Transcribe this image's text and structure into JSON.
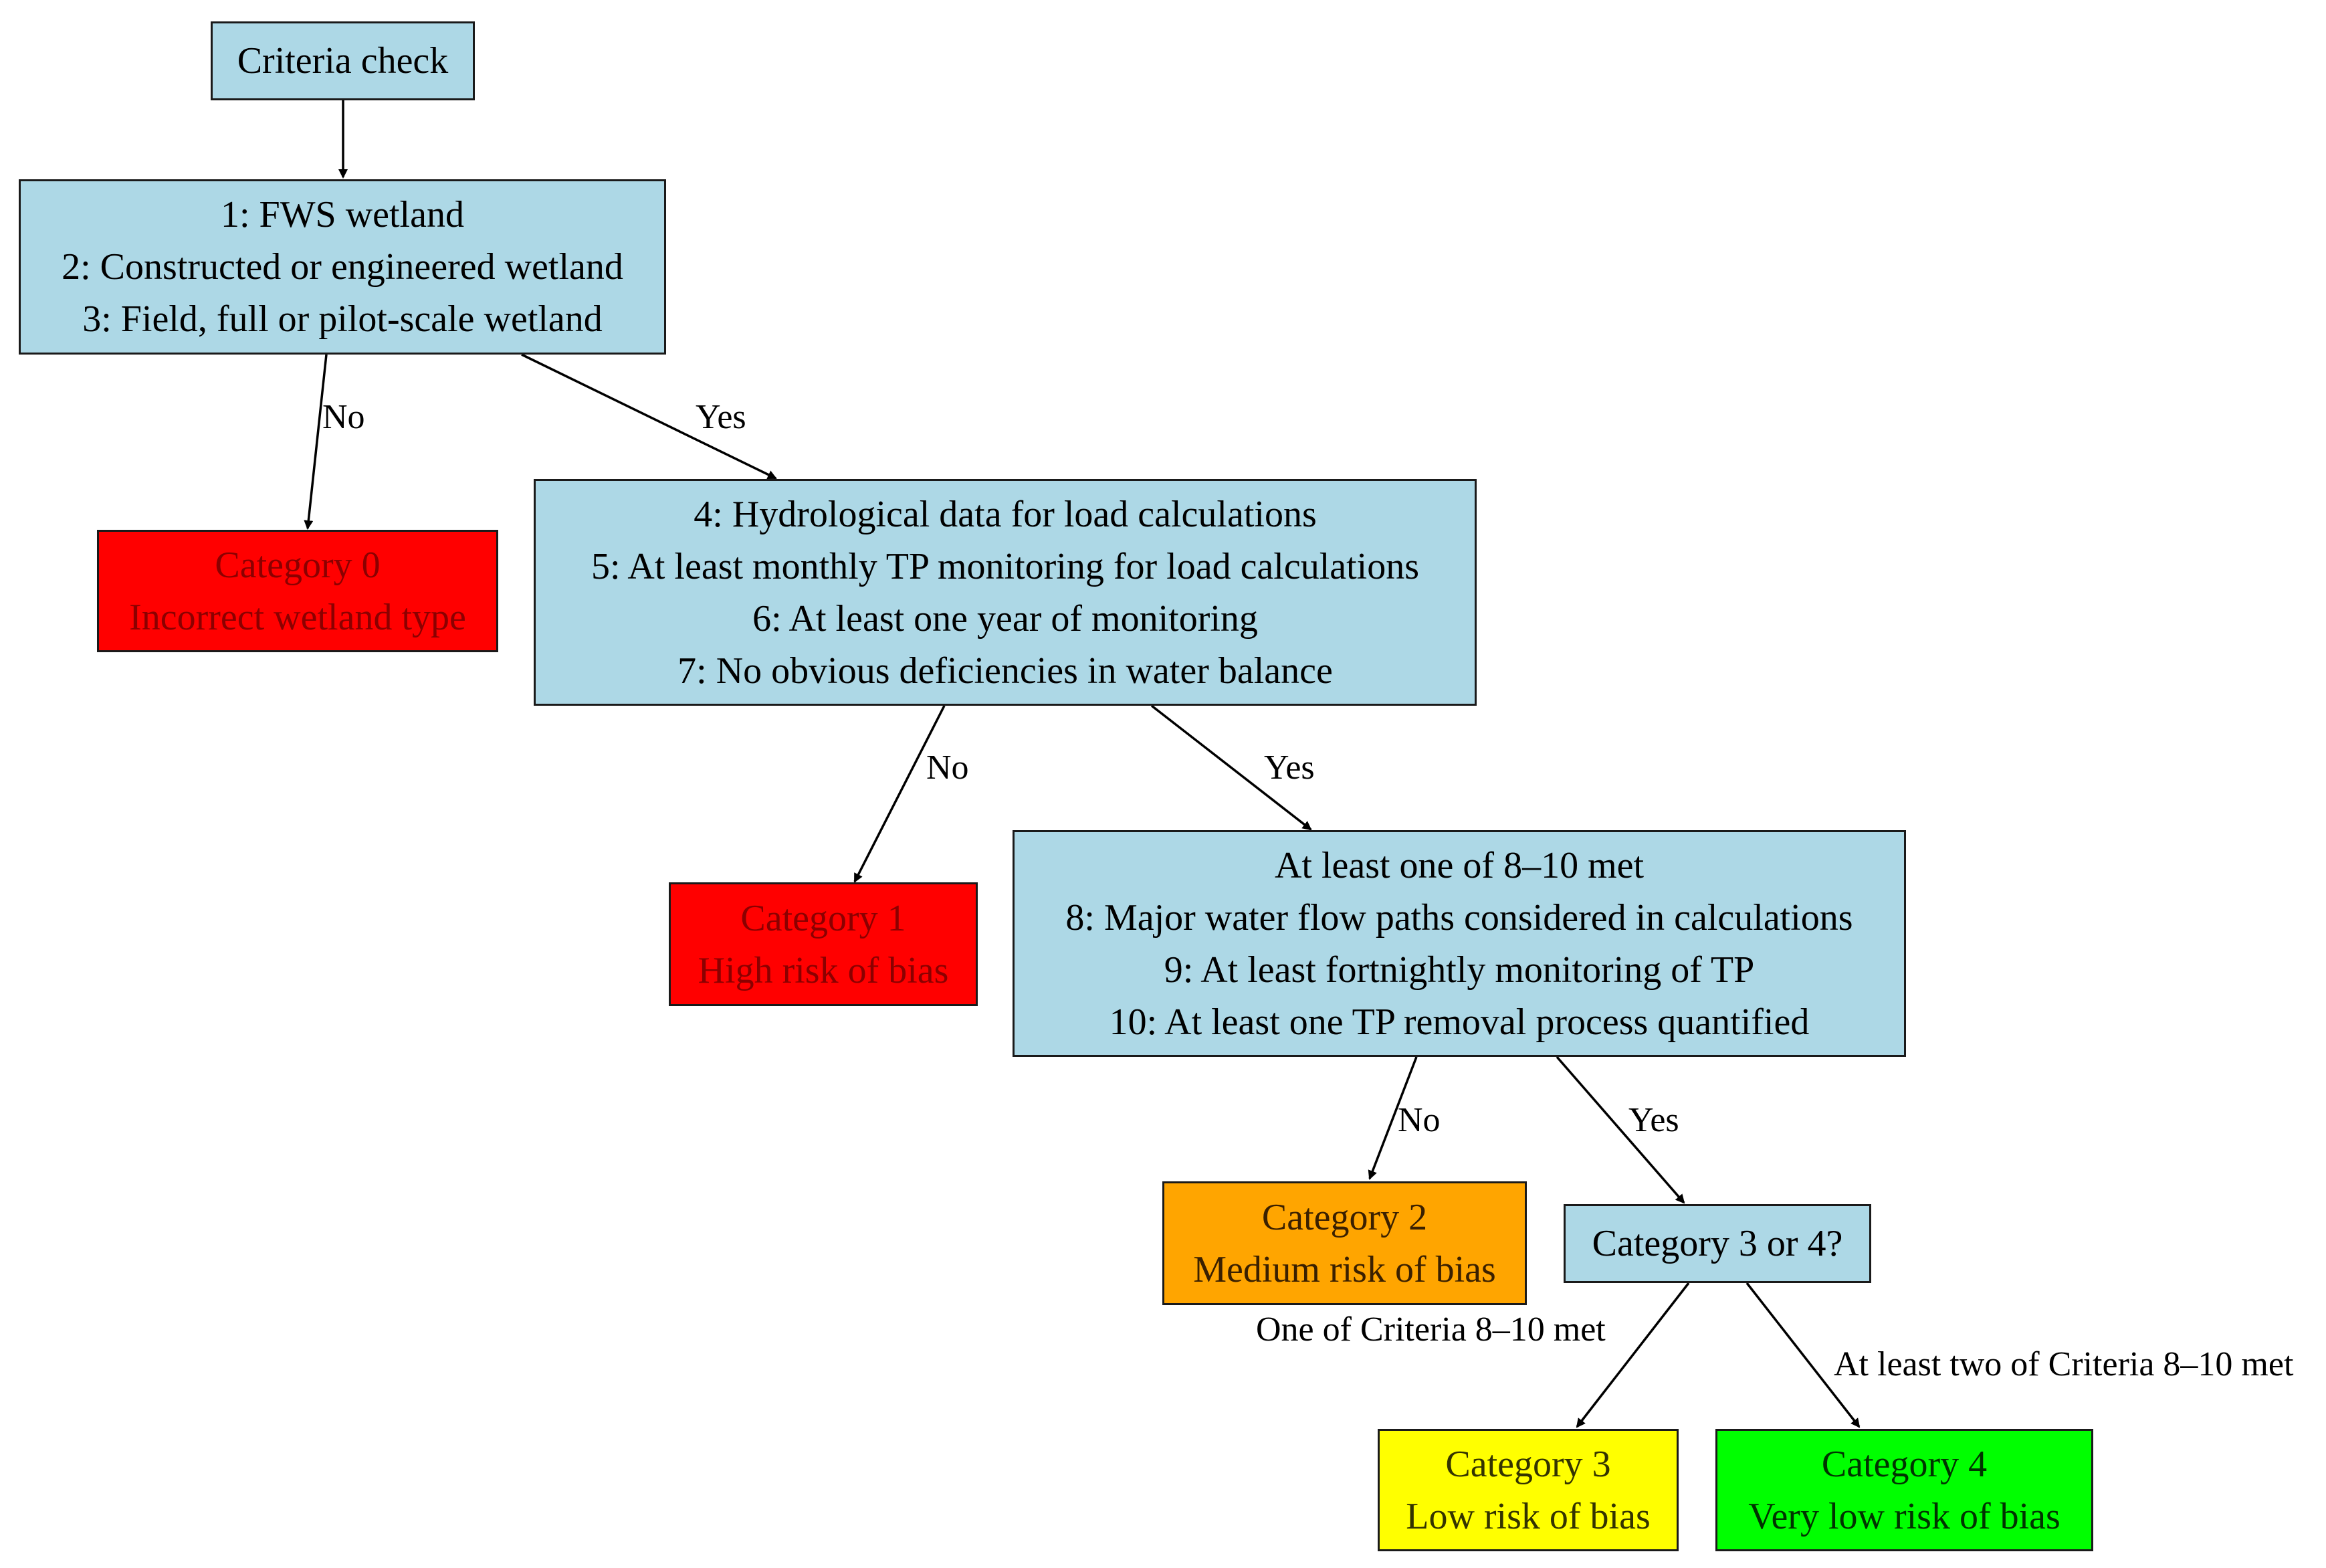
{
  "nodes": {
    "start": {
      "label": "Criteria check"
    },
    "criteria_1_3": {
      "lines": [
        "1: FWS wetland",
        "2: Constructed or engineered wetland",
        "3: Field, full or pilot-scale wetland"
      ]
    },
    "category_0": {
      "lines": [
        "Category 0",
        "Incorrect wetland type"
      ]
    },
    "criteria_4_7": {
      "lines": [
        "4: Hydrological data for load calculations",
        "5: At least monthly TP monitoring for load calculations",
        "6: At least one year of monitoring",
        "7: No obvious deficiencies in water balance"
      ]
    },
    "category_1": {
      "lines": [
        "Category 1",
        "High risk of bias"
      ]
    },
    "criteria_8_10": {
      "lines": [
        "At least one of 8–10 met",
        "8: Major water flow paths considered in calculations",
        "9: At least fortnightly monitoring of TP",
        "10: At least one TP removal process quantified"
      ]
    },
    "category_2": {
      "lines": [
        "Category 2",
        "Medium risk of bias"
      ]
    },
    "category_3_or_4": {
      "label": "Category 3 or 4?"
    },
    "category_3": {
      "lines": [
        "Category 3",
        "Low risk of bias"
      ]
    },
    "category_4": {
      "lines": [
        "Category 4",
        "Very low risk of bias"
      ]
    }
  },
  "edge_labels": {
    "no_1": "No",
    "yes_1": "Yes",
    "no_2": "No",
    "yes_2": "Yes",
    "no_3": "No",
    "yes_3": "Yes",
    "one_met": "One of Criteria 8–10 met",
    "two_met": "At least two of Criteria 8–10 met"
  },
  "colors": {
    "decision_fill": "#add8e6",
    "category_0_1_fill": "#ff0000",
    "category_2_fill": "#ffa500",
    "category_3_fill": "#ffff00",
    "category_4_fill": "#00ff00"
  }
}
